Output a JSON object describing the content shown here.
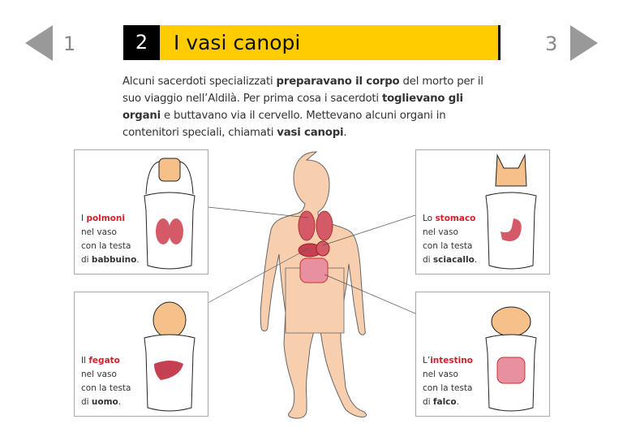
{
  "nav": {
    "prev": "1",
    "next": "3"
  },
  "header": {
    "chapter": "2",
    "title": "I vasi canopi"
  },
  "intro": {
    "t1": "Alcuni sacerdoti specializzati ",
    "b1": "preparavano il corpo",
    "t2": " del morto per il suo viaggio nell’Aldilà. Per prima cosa i sacerdoti ",
    "b2": "toglievano gli organi",
    "t3": " e buttavano via il cervello.  Mettevano alcuni organi in contenitori speciali, chiamati ",
    "b3": "vasi canopi",
    "t4": "."
  },
  "jars": [
    {
      "pre": "I ",
      "organ": "polmoni",
      "mid1": "nel vaso",
      "mid2": "con la testa",
      "di": "di ",
      "animal": "babbuino"
    },
    {
      "pre": "Lo ",
      "organ": "stomaco",
      "mid1": "nel vaso",
      "mid2": "con la testa",
      "di": "di ",
      "animal": "sciacallo"
    },
    {
      "pre": "Il ",
      "organ": "fegato",
      "mid1": "nel vaso",
      "mid2": "con la testa",
      "di": "di ",
      "animal": "uomo"
    },
    {
      "pre": "L’",
      "organ": "intestino",
      "mid1": "nel vaso",
      "mid2": "con la testa",
      "di": "di ",
      "animal": "falco"
    }
  ],
  "colors": {
    "accent": "#ffcc00",
    "organ": "#d0202a",
    "skin": "#f8cfae"
  }
}
